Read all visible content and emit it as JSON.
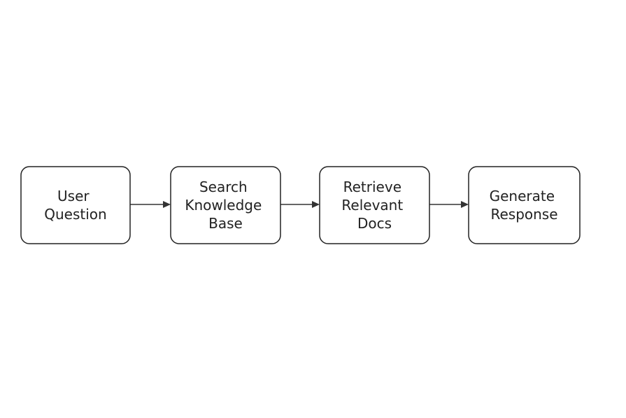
{
  "diagram": {
    "type": "flowchart",
    "direction": "left-to-right",
    "nodes": [
      {
        "id": "user-question",
        "lines": [
          "User",
          "Question"
        ]
      },
      {
        "id": "search-knowledge-base",
        "lines": [
          "Search",
          "Knowledge",
          "Base"
        ]
      },
      {
        "id": "retrieve-relevant-docs",
        "lines": [
          "Retrieve",
          "Relevant",
          "Docs"
        ]
      },
      {
        "id": "generate-response",
        "lines": [
          "Generate",
          "Response"
        ]
      }
    ],
    "edges": [
      {
        "from": "user-question",
        "to": "search-knowledge-base"
      },
      {
        "from": "search-knowledge-base",
        "to": "retrieve-relevant-docs"
      },
      {
        "from": "retrieve-relevant-docs",
        "to": "generate-response"
      }
    ],
    "colors": {
      "stroke": "#222222",
      "text": "#222222",
      "arrow": "#333333",
      "background": "#ffffff"
    }
  }
}
